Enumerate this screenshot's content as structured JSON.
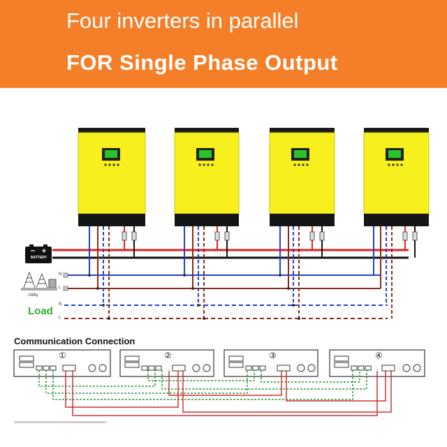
{
  "header": {
    "title": "Four inverters in parallel",
    "subtitle": "FOR Single Phase Output"
  },
  "labels": {
    "battery": "BATTERY",
    "utility": "Utility",
    "load": "Load",
    "n": "N",
    "l": "L"
  },
  "communication": {
    "title": "Communication Connection",
    "units": [
      "①",
      "②",
      "③",
      "④"
    ]
  },
  "colors": {
    "banner": "#f47f28",
    "inverter_body": "#f7f01c",
    "battery_positive": "#e02020",
    "battery_negative": "#111111",
    "utility_n": "#1f3fd6",
    "utility_l": "#8a2a1a",
    "load_n": "#1f3fd6",
    "load_l": "#8a2a1a",
    "comm_green": "#2f9a3c",
    "comm_red": "#d23030"
  }
}
